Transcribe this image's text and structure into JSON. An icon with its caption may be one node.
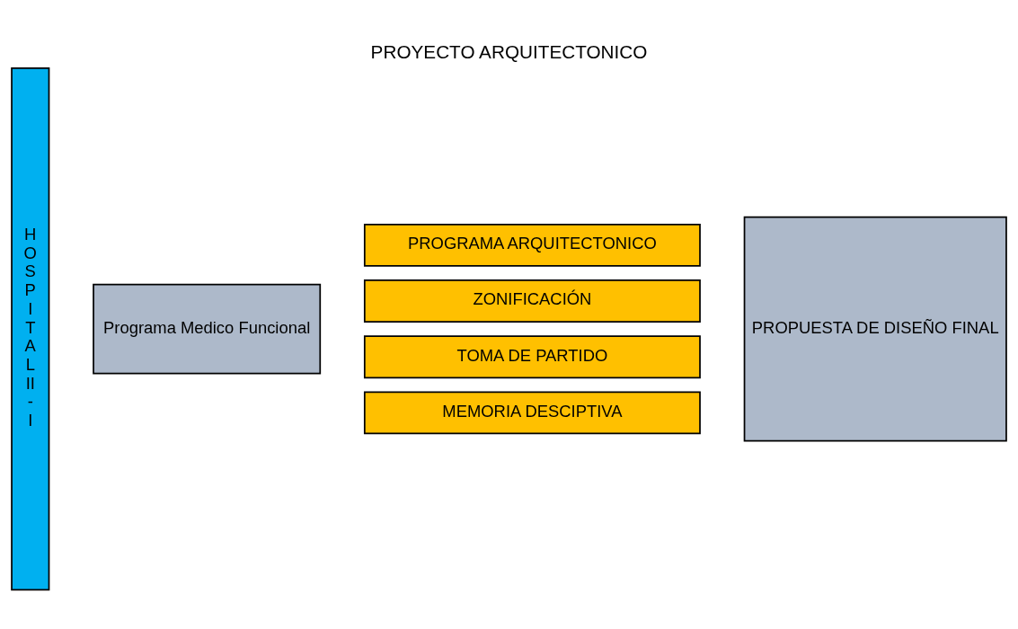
{
  "diagram": {
    "title": "PROYECTO ARQUITECTONICO",
    "nodes": [
      {
        "text": [
          "H O S P I T A L II - I"
        ]
      },
      {
        "text": [
          "Programa Medico Funcional"
        ]
      },
      {
        "text": [
          "PROGRAMA ARQUITECTONICO"
        ]
      },
      {
        "text": [
          "ZONIFICACIÓN"
        ]
      },
      {
        "text": [
          "TOMA DE PARTIDO"
        ]
      },
      {
        "text": [
          "MEMORIA DESCIPTIVA"
        ]
      },
      {
        "text": [
          "PROPUESTA DE DISEÑO FINAL"
        ]
      }
    ]
  }
}
